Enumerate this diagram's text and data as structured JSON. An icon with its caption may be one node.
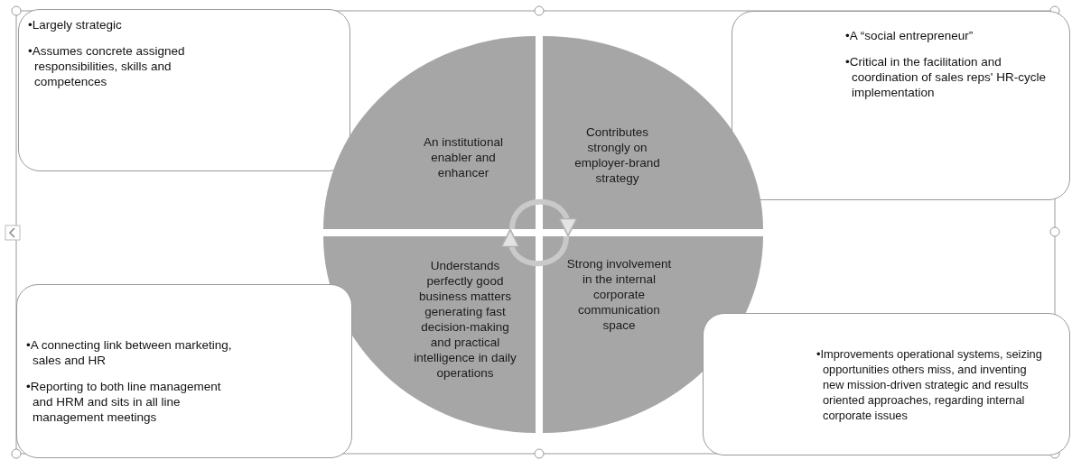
{
  "diagram": {
    "nodes": [
      {
        "text": [
          "•Largely strategic",
          "•Assumes concrete assigned responsibilities, skills and competences"
        ]
      },
      {
        "text": [
          "•A “social entrepreneur”",
          "•Critical in the facilitation and coordination of sales reps' HR-cycle implementation"
        ]
      },
      {
        "text": [
          "An institutional enabler and enhancer"
        ]
      },
      {
        "text": [
          "Contributes strongly on employer-brand strategy"
        ]
      },
      {
        "text": [
          "Understands perfectly good business matters generating fast decision-making and practical intelligence in daily operations"
        ]
      },
      {
        "text": [
          "Strong involvement in the internal corporate communication space"
        ]
      },
      {
        "text": [
          "•A connecting link between marketing, sales and HR",
          "•Reporting to both line management and HRM and sits in all line management meetings"
        ]
      },
      {
        "text": [
          "•Improvements operational systems, seizing opportunities others miss, and inventing new mission-driven strategic and results oriented approaches, regarding internal corporate issues"
        ]
      }
    ],
    "edges": [
      {
        "from": 2,
        "to": 3,
        "arrow": "to"
      },
      {
        "from": 5,
        "to": 4,
        "arrow": "to"
      }
    ]
  }
}
